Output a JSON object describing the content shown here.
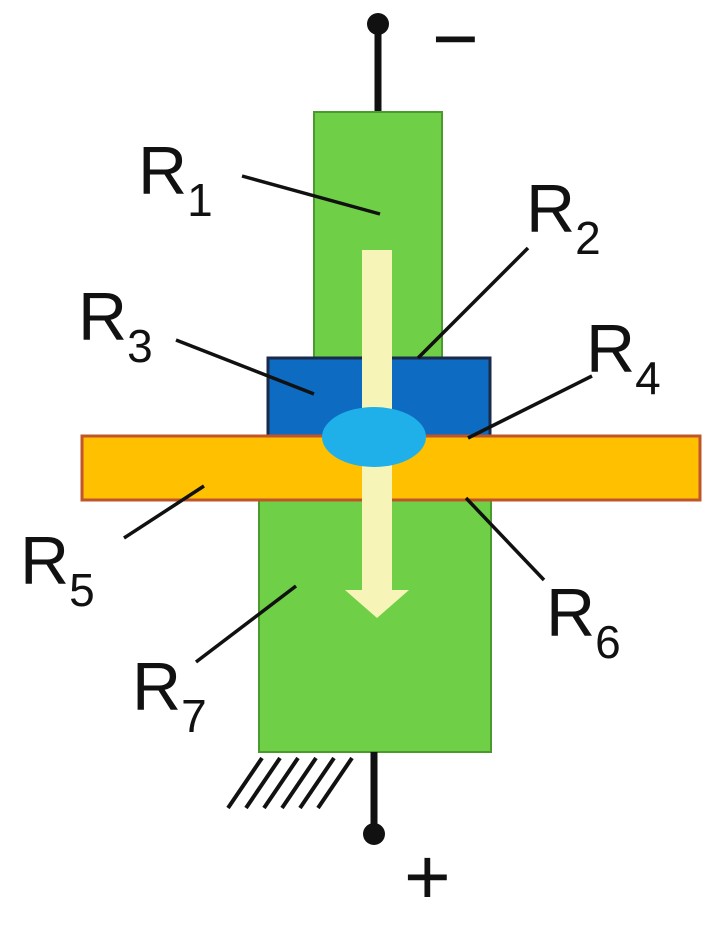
{
  "terminals": {
    "top_sign": "−",
    "bottom_sign": "+"
  },
  "labels": {
    "r1": {
      "main": "R",
      "sub": "1"
    },
    "r2": {
      "main": "R",
      "sub": "2"
    },
    "r3": {
      "main": "R",
      "sub": "3"
    },
    "r4": {
      "main": "R",
      "sub": "4"
    },
    "r5": {
      "main": "R",
      "sub": "5"
    },
    "r6": {
      "main": "R",
      "sub": "6"
    },
    "r7": {
      "main": "R",
      "sub": "7"
    }
  },
  "colors": {
    "electrode": "#6fcf47",
    "electrode_border": "#4a9a2e",
    "cap": "#0d6cc2",
    "cap_border": "#1a2a4a",
    "sheet": "#ffc000",
    "sheet_border": "#c0552a",
    "nugget": "#1fb0ea",
    "arrow": "#f7f4b8",
    "ink": "#111111"
  }
}
